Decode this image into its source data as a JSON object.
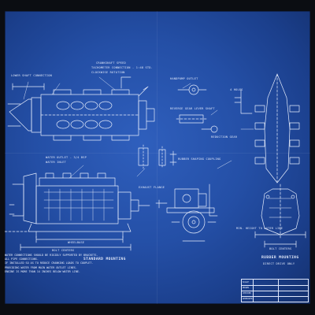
{
  "drawing": {
    "labels": {
      "tacho": "TACHOMETER CONNECTION - 1:48 STD.",
      "tacho_sub": "CLOCKWISE ROTATION",
      "crankshaft_speed": "CRANKSHAFT SPEED",
      "lower_shaft": "LOWER SHAFT CONNECTION",
      "reverse_gear": "REVERSE GEAR LEVER SHAFT",
      "handpump": "HANDPUMP OUTLET",
      "reduction_gear": "REDUCTION GEAR",
      "rubber_shaping": "RUBBER SHAPING COUPLING",
      "water_inlet": "WATER INLET",
      "water_outlet": "WATER OUTLET - 3/4 BSP",
      "exhaust_flange": "EXHAUST FLANGE",
      "bolt_centers_1": "BOLT CENTERS",
      "bolt_centers_2": "BOLT CENTERS",
      "min_height": "MIN. HEIGHT TO WATER LINE",
      "holes": "4 HOLES",
      "wheelbase": "WHEELBASE"
    },
    "view_titles": {
      "standard": "STANDARD MOUNTING",
      "rubber": "RUBBER MOUNTING",
      "rubber_sub": "DIRECT DRIVE ONLY"
    },
    "notes": [
      "WATER CONNECTIONS SHOULD BE RIGIDLY SUPPORTED BY BRACKETS.",
      "ALL PIPE CONNECTIONS.",
      "IF INSTALLED SO AS TO REDUCE CRANKING LOADS TO COUPLET.",
      "PROVIDING WATER FROM MAIN WATER OUTLET LINES.",
      "ENGINE IS MORE THAN 14 INCHES BELOW WATER LINE."
    ],
    "title_block": {
      "rows": [
        "SCALE",
        "DRAWN",
        "CHECKED",
        "APPROVED"
      ]
    }
  }
}
